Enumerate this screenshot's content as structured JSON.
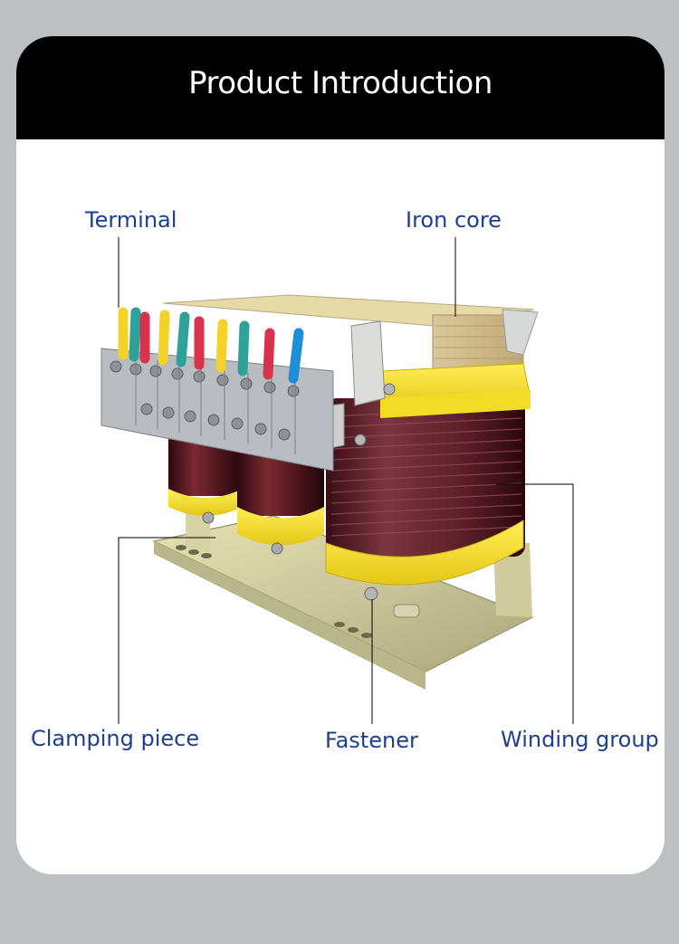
{
  "header": {
    "title": "Product  Introduction"
  },
  "labels": {
    "terminal": "Terminal",
    "iron_core": "Iron core",
    "clamping_piece": "Clamping piece",
    "fastener": "Fastener",
    "winding_group": "Winding group"
  },
  "colors": {
    "label": "#1d3f8e",
    "header_bg": "#000000",
    "page_bg": "#bdc0c2",
    "coil_copper": "#5e1a22",
    "coil_tape": "#f4e02a",
    "terminal_colors": [
      "#f3d22a",
      "#2fa39a",
      "#d9324c",
      "#f3d22a",
      "#2fa39a",
      "#d9324c",
      "#f3d22a",
      "#2fa39a",
      "#d9324c",
      "#1d8fd8"
    ]
  }
}
